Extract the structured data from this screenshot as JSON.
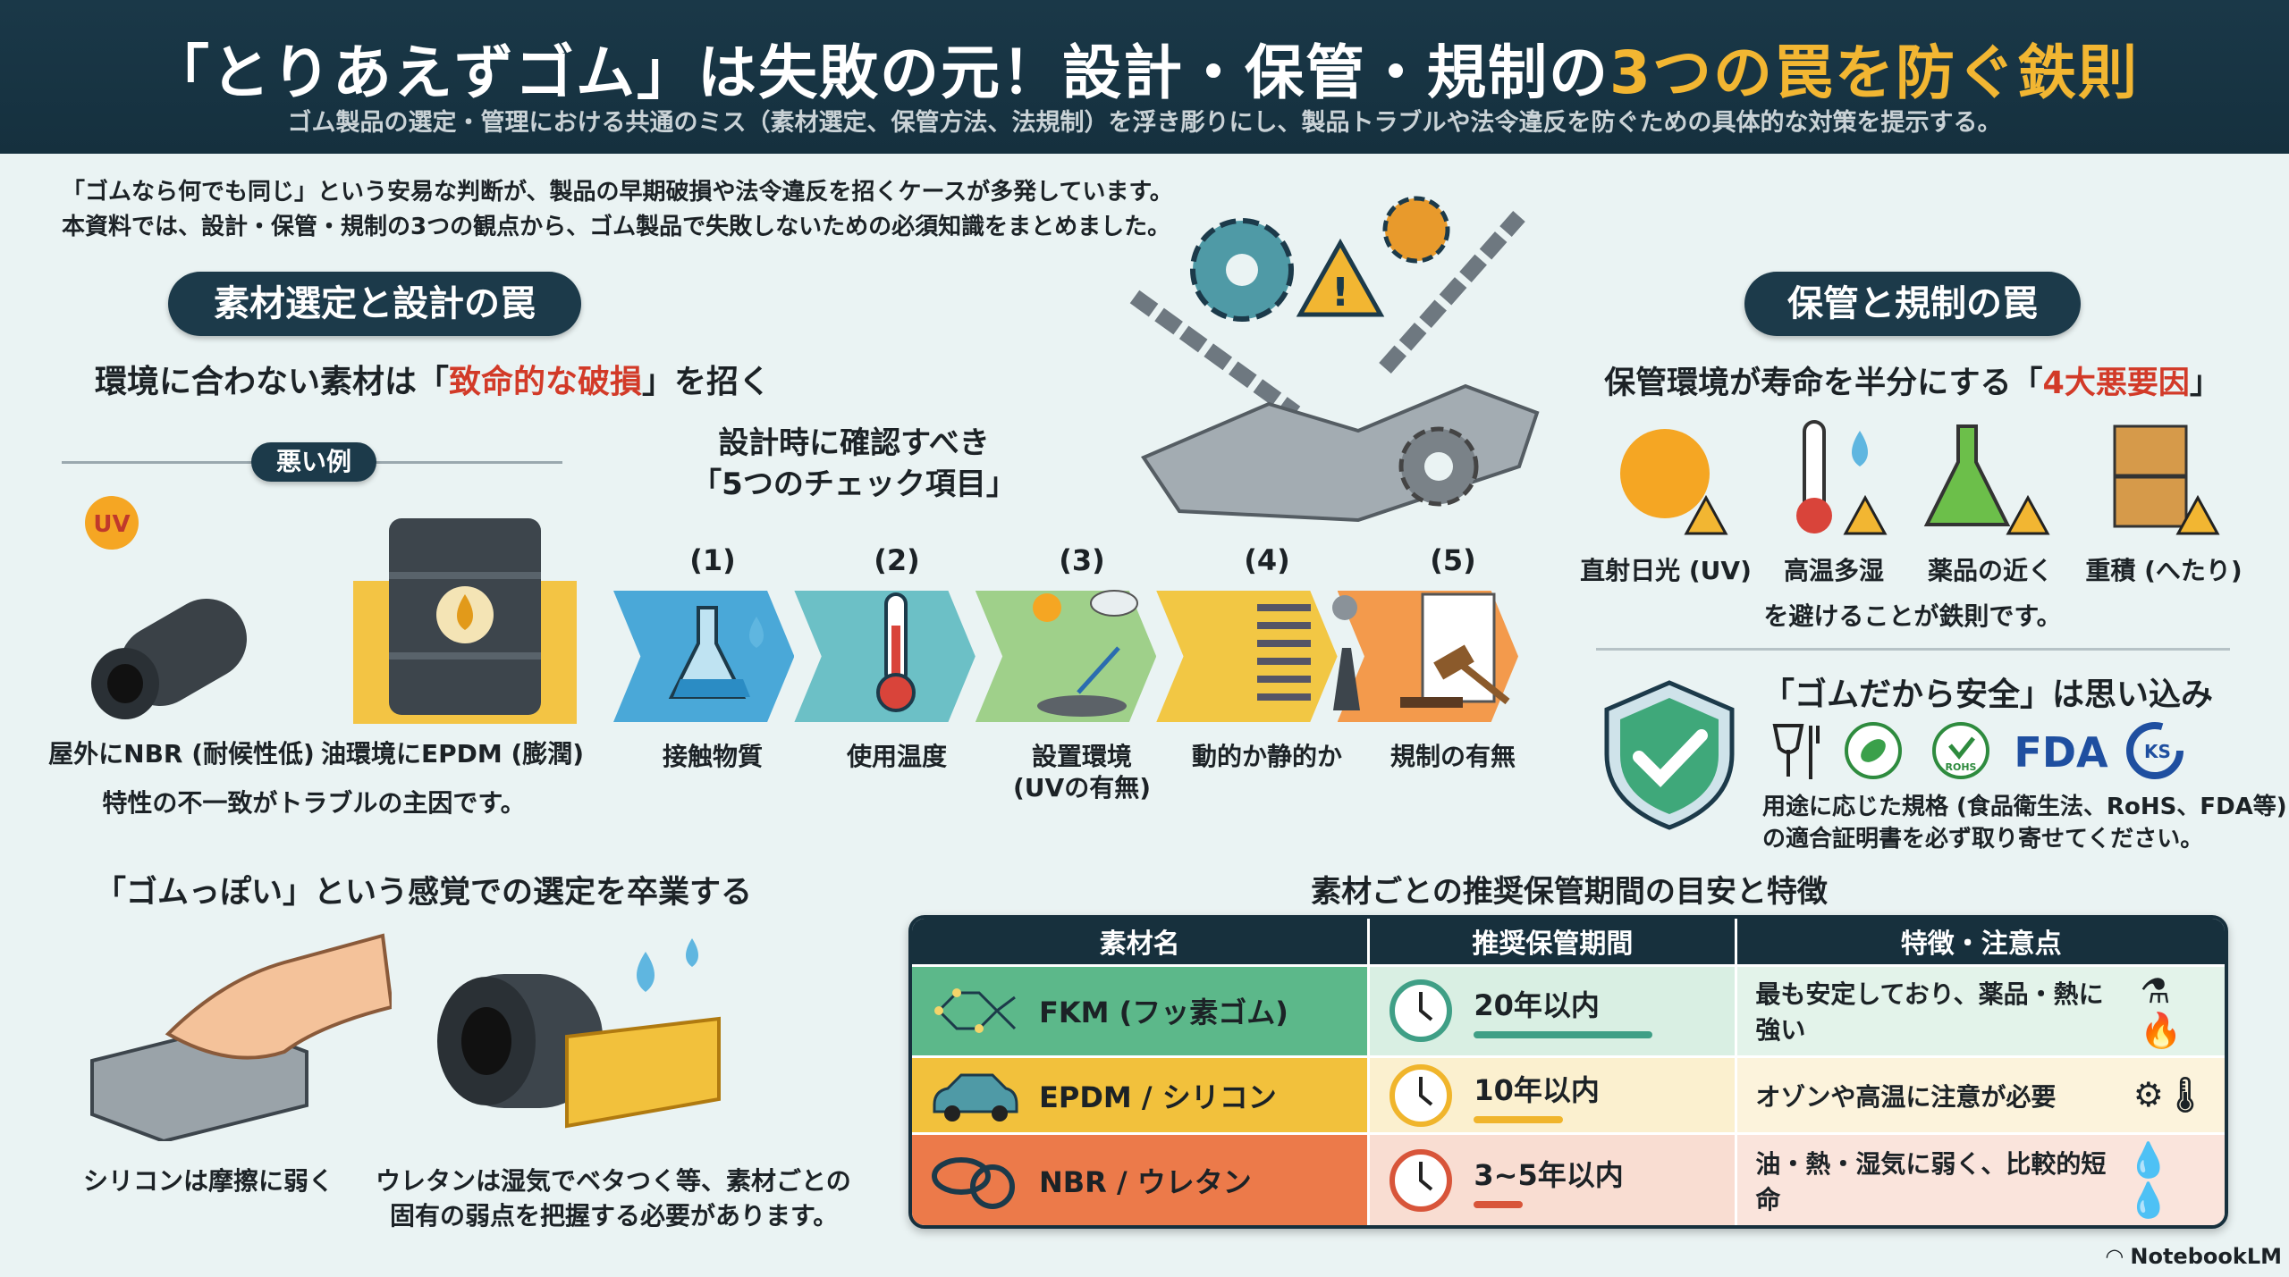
{
  "header": {
    "title_main": "「とりあえずゴム」は失敗の元！設計・保管・規制の",
    "title_highlight": "3つの罠を防ぐ鉄則",
    "subtitle": "ゴム製品の選定・管理における共通のミス（素材選定、保管方法、法規制）を浮き彫りにし、製品トラブルや法令違反を防ぐための具体的な対策を提示する。"
  },
  "intro": {
    "line1": "「ゴムなら何でも同じ」という安易な判断が、製品の早期破損や法令違反を招くケースが多発しています。",
    "line2": "本資料では、設計・保管・規制の3つの観点から、ゴム製品で失敗しないための必須知識をまとめました。"
  },
  "design": {
    "pill": "素材選定と設計の罠",
    "heading_pre": "環境に合わない素材は「",
    "heading_hl": "致命的な破損",
    "heading_post": "」を招く",
    "bad_pill": "悪い例",
    "uv_badge": "UV",
    "bad1": "屋外にNBR (耐候性低)",
    "bad2": "油環境にEPDM (膨潤)",
    "note": "特性の不一致がトラブルの主因です。"
  },
  "checks": {
    "title1": "設計時に確認すべき",
    "title2": "「5つのチェック項目」",
    "items": [
      {
        "num": "(1)",
        "label": "接触物質"
      },
      {
        "num": "(2)",
        "label": "使用温度"
      },
      {
        "num": "(3)",
        "label": "設置環境",
        "sub": "(UVの有無)"
      },
      {
        "num": "(4)",
        "label": "動的か静的か"
      },
      {
        "num": "(5)",
        "label": "規制の有無"
      }
    ],
    "colors": [
      "#4aa8d8",
      "#6cc0c6",
      "#9fd08a",
      "#f2c744",
      "#f39a4c"
    ]
  },
  "storage": {
    "pill": "保管と規制の罠",
    "heading_pre": "保管環境が寿命を半分にする「",
    "heading_hl": "4大悪要因",
    "heading_post": "」",
    "factors": [
      "直射日光 (UV)",
      "高温多湿",
      "薬品の近く",
      "重積 (へたり)"
    ],
    "note": "を避けることが鉄則です。"
  },
  "regulation": {
    "heading": "「ゴムだから安全」は思い込み",
    "logos": [
      "food-safe-icon",
      "eco-leaf-logo",
      "rohs-logo",
      "FDA",
      "ks-logo"
    ],
    "rohs_text": "ROHS",
    "fda_text": "FDA",
    "line1": "用途に応じた規格 (食品衛生法、RoHS、FDA等)",
    "line2": "の適合証明書を必ず取り寄せてください。"
  },
  "feel": {
    "heading": "「ゴムっぽい」という感覚での選定を卒業する",
    "caption1": "シリコンは摩擦に弱く",
    "caption2a": "ウレタンは湿気でベタつく等、素材ごとの",
    "caption2b": "固有の弱点を把握する必要があります。"
  },
  "table": {
    "title": "素材ごとの推奨保管期間の目安と特徴",
    "headers": [
      "素材名",
      "推奨保管期間",
      "特徴・注意点"
    ],
    "rows": [
      {
        "material": "FKM (フッ素ゴム)",
        "period": "20年以内",
        "note": "最も安定しており、薬品・熱に強い",
        "color": "#5cb88a",
        "light": "#d9efe3",
        "bar": "#3f9f86",
        "years": 20
      },
      {
        "material": "EPDM / シリコン",
        "period": "10年以内",
        "note": "オゾンや高温に注意が必要",
        "color": "#f2c13c",
        "light": "#fbf0cf",
        "bar": "#f0b52c",
        "years": 10
      },
      {
        "material": "NBR / ウレタン",
        "period": "3~5年以内",
        "note": "油・熱・湿気に弱く、比較的短命",
        "color": "#ec7a4a",
        "light": "#f9ddd2",
        "bar": "#d8553a",
        "years": 5
      }
    ]
  },
  "footer": {
    "brand": "NotebookLM"
  }
}
